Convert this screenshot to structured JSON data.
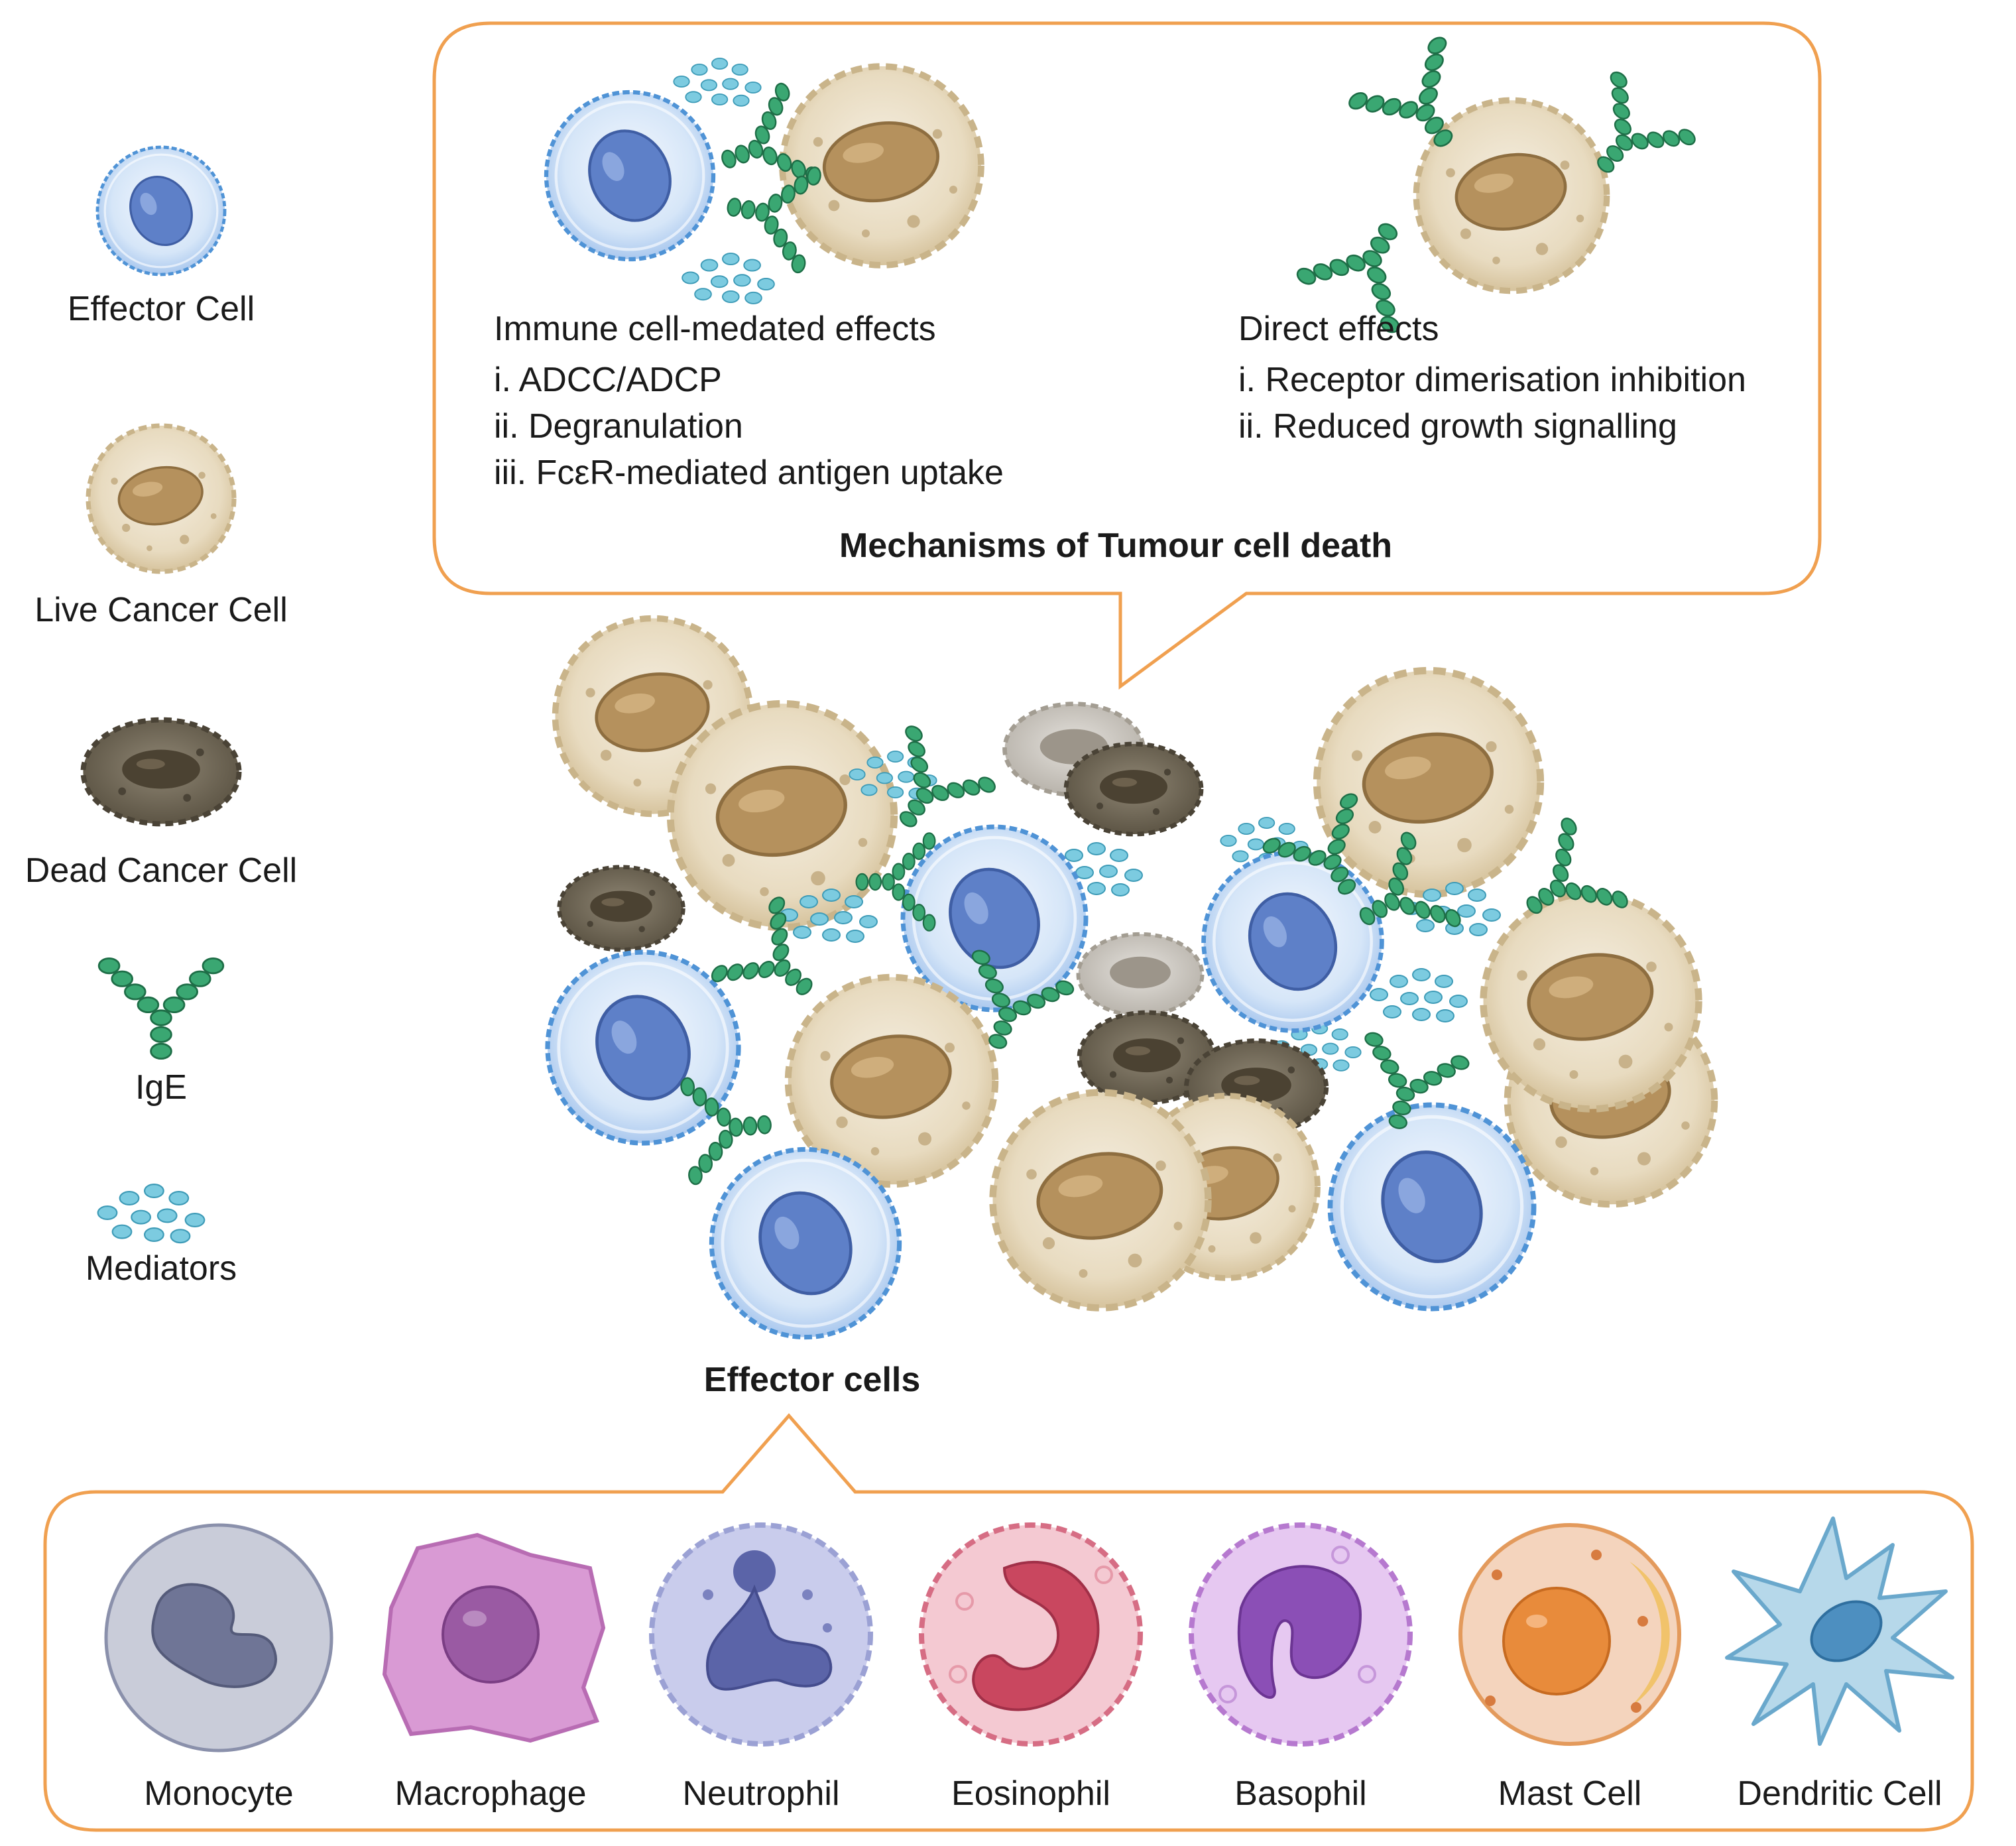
{
  "legend": {
    "effector_cell": "Effector Cell",
    "live_cancer_cell": "Live Cancer Cell",
    "dead_cancer_cell": "Dead Cancer Cell",
    "ige": "IgE",
    "mediators": "Mediators"
  },
  "mechanisms_box": {
    "title": "Mechanisms of Tumour cell death",
    "immune": {
      "heading": "Immune cell-medated effects",
      "items": [
        "i. ADCC/ADCP",
        "ii. Degranulation",
        "iii. FcεR-mediated antigen uptake"
      ]
    },
    "direct": {
      "heading": "Direct effects",
      "items": [
        "i. Receptor dimerisation inhibition",
        "ii. Reduced growth signalling"
      ]
    }
  },
  "effector_cells": {
    "title": "Effector cells",
    "types": [
      "Monocyte",
      "Macrophage",
      "Neutrophil",
      "Eosinophil",
      "Basophil",
      "Mast Cell",
      "Dendritic Cell"
    ]
  },
  "colors": {
    "box_border": "#f0a050",
    "effector_cell": "#bcd6f4",
    "effector_nucleus": "#5b7fc4",
    "live_cancer_cell": "#e6d8bd",
    "live_cancer_nucleus": "#b18f5d",
    "dead_cancer_cell": "#6e6554",
    "ige": "#3a9a68",
    "mediator": "#6fc0d8"
  }
}
